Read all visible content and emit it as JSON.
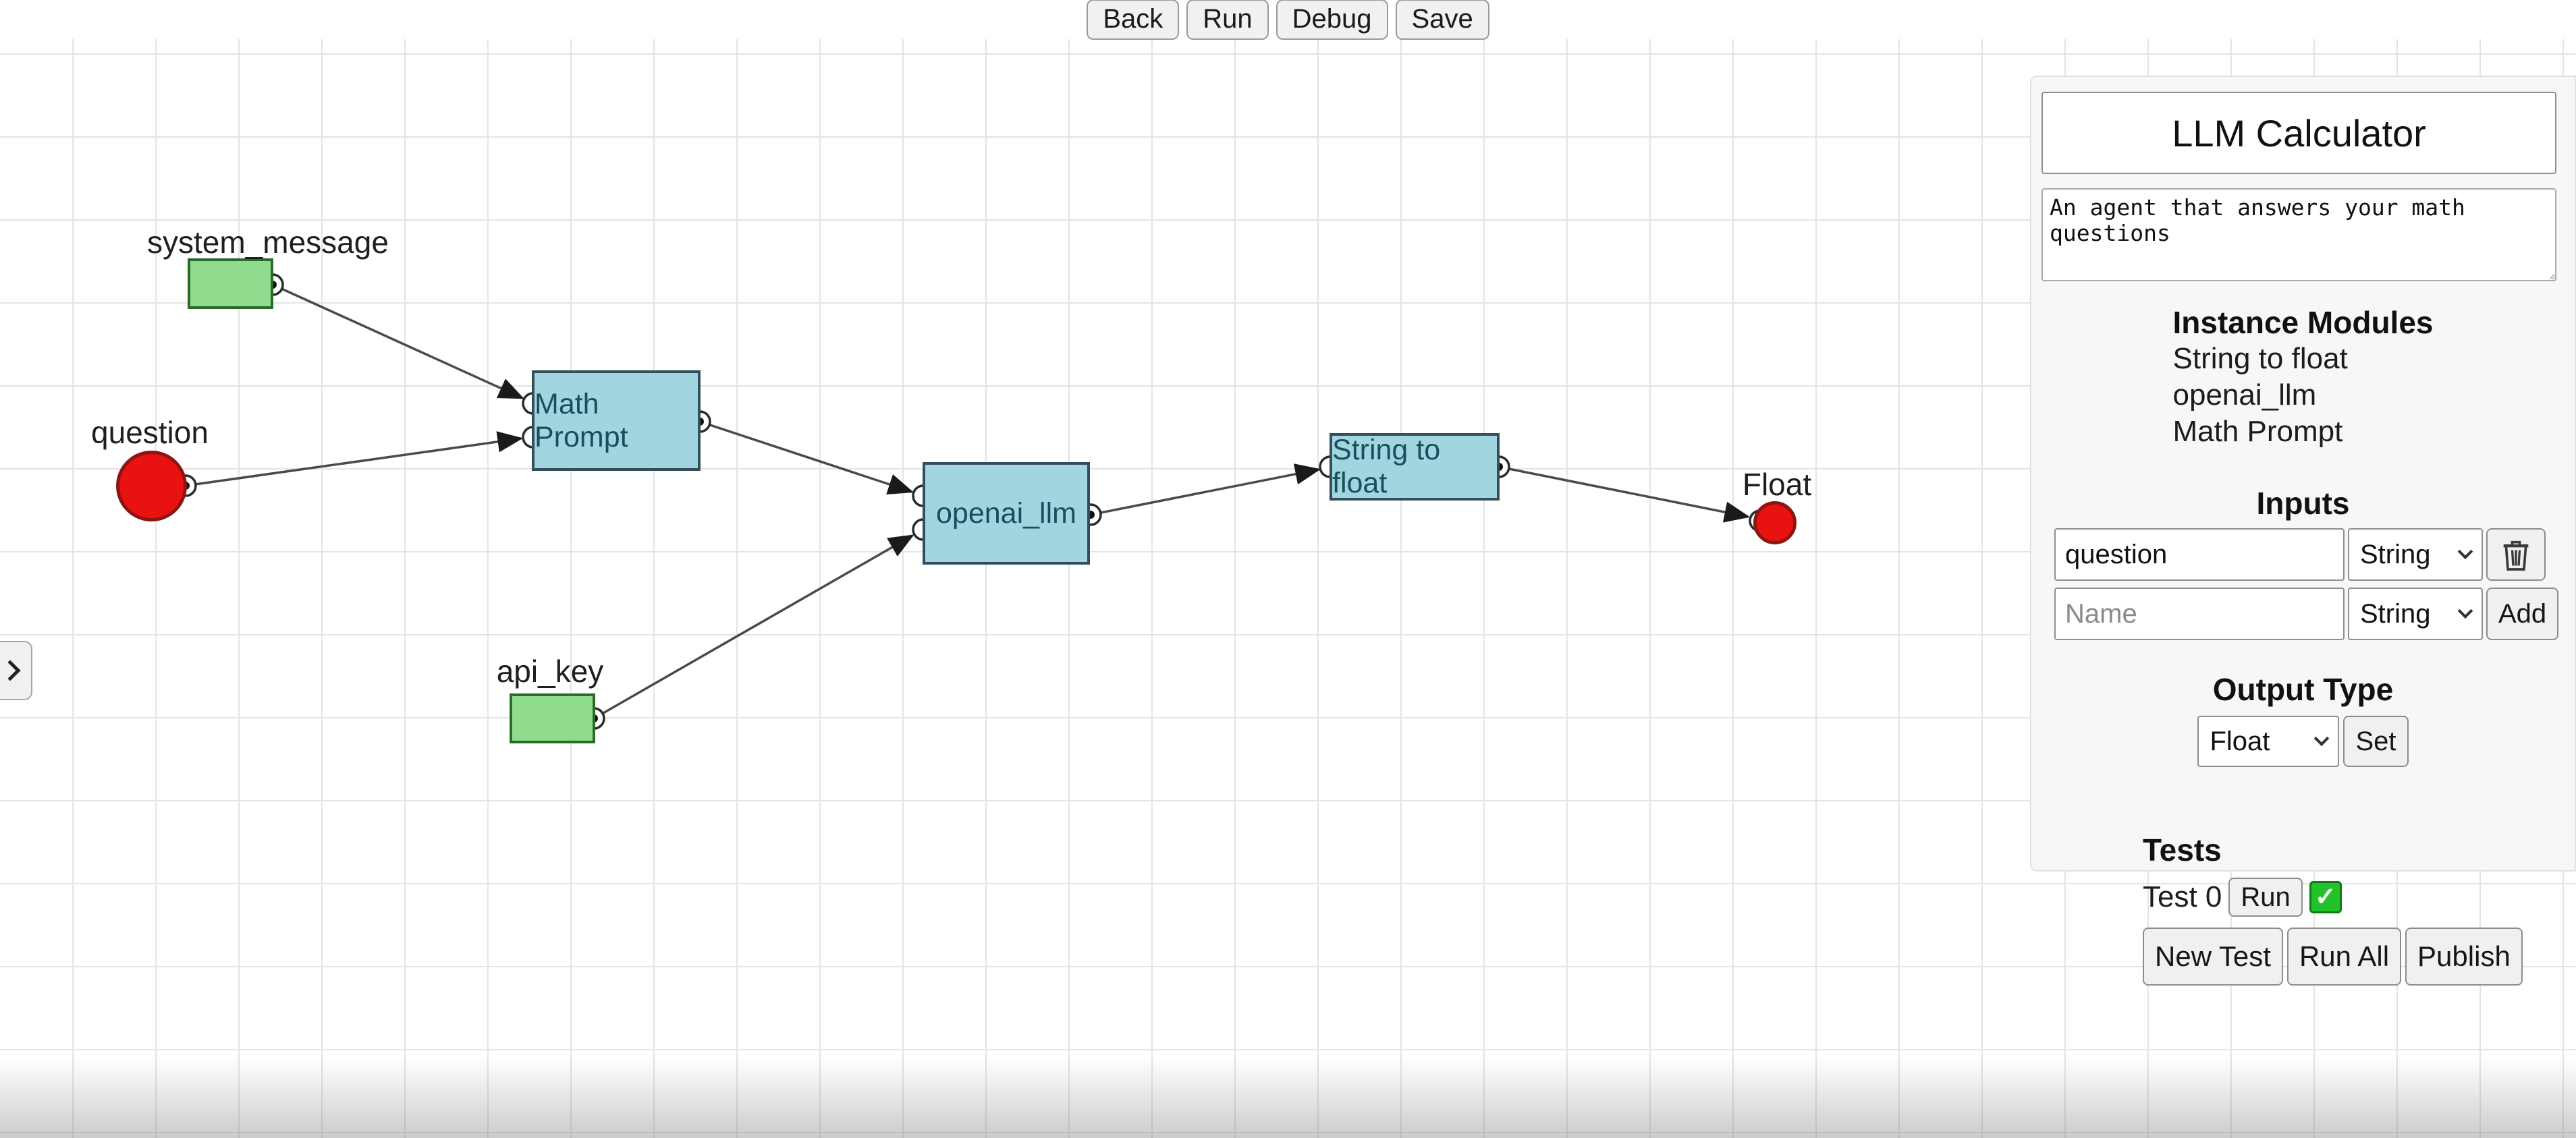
{
  "toolbar": {
    "back_label": "Back",
    "run_label": "Run",
    "debug_label": "Debug",
    "save_label": "Save"
  },
  "canvas": {
    "nodes": [
      {
        "id": "system_message",
        "label": "system_message",
        "shape": "green-rect"
      },
      {
        "id": "question",
        "label": "question",
        "shape": "red-circle"
      },
      {
        "id": "math_prompt",
        "label": "Math Prompt",
        "shape": "blue-rect"
      },
      {
        "id": "api_key",
        "label": "api_key",
        "shape": "green-rect"
      },
      {
        "id": "openai_llm",
        "label": "openai_llm",
        "shape": "blue-rect"
      },
      {
        "id": "string_to_float",
        "label": "String to float",
        "shape": "blue-rect"
      },
      {
        "id": "float_output",
        "label": "Float",
        "shape": "red-circle"
      }
    ]
  },
  "panel": {
    "title_value": "LLM Calculator",
    "description_value": "An agent that answers your math questions",
    "instance_modules": {
      "heading": "Instance Modules",
      "items": [
        "String to float",
        "openai_llm",
        "Math Prompt"
      ]
    },
    "inputs": {
      "heading": "Inputs",
      "rows": [
        {
          "name": "question",
          "type": "String"
        }
      ],
      "new_row": {
        "name_placeholder": "Name",
        "type": "String",
        "add_label": "Add"
      }
    },
    "output_type": {
      "heading": "Output Type",
      "selected": "Float",
      "set_label": "Set"
    },
    "tests": {
      "heading": "Tests",
      "items": [
        {
          "label": "Test 0",
          "run_label": "Run",
          "status": "pass",
          "status_glyph": "✓"
        }
      ],
      "new_test_label": "New Test",
      "run_all_label": "Run All",
      "publish_label": "Publish"
    }
  },
  "colors": {
    "node_blue_fill": "#a3d5e0",
    "node_blue_border": "#33505a",
    "node_green_fill": "#8fdc8f",
    "node_green_border": "#2a6b2a",
    "node_red_fill": "#ea1111",
    "edge_gray": "#4a4a4a",
    "grid_line": "#e4e4e4",
    "test_pass_green": "#22c32a"
  }
}
